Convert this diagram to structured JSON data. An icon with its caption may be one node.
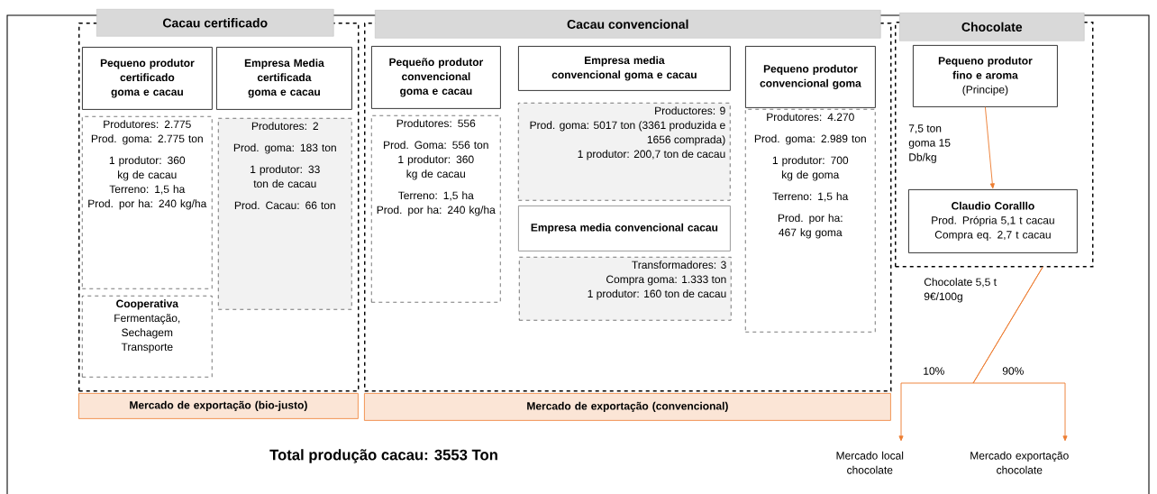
{
  "diagram": {
    "nodes": [
      {
        "text": [
          "Cacau certificado"
        ]
      },
      {
        "text": [
          "Pequeno produtor certificado goma e cacau"
        ],
        "in": 0
      },
      {
        "text": [
          "Produtores: 2.775",
          "Prod. goma: 2.775 ton",
          "1 produtor: 360 kg de cacau",
          "Terreno: 1,5 ha",
          "Prod. por ha: 240 kg/ha"
        ],
        "in": 0
      },
      {
        "text": [
          "Cooperativa",
          "Fermentação,",
          "Sechagem",
          "Transporte"
        ],
        "in": 0
      },
      {
        "text": [
          "Empresa Media certificada goma e cacau"
        ],
        "in": 0
      },
      {
        "text": [
          "Produtores: 2",
          "Prod. goma: 183 ton",
          "1 produtor: 33 ton de cacau",
          "Prod. Cacau: 66 ton"
        ],
        "in": 0
      },
      {
        "text": [
          "Mercado de exportação (bio-justo)"
        ]
      },
      {
        "text": [
          "Cacau convencional"
        ]
      },
      {
        "text": [
          "Pequeño produtor convencional goma e cacau"
        ],
        "in": 7
      },
      {
        "text": [
          "Produtores: 556",
          "Prod. Goma: 556 ton",
          "1 produtor: 360 kg de cacau",
          "Terreno: 1,5 ha",
          "Prod. por ha: 240 kg/ha"
        ],
        "in": 7
      },
      {
        "text": [
          "Empresa media convencional goma e cacau"
        ],
        "in": 7
      },
      {
        "text": [
          "Productores: 9",
          "Prod. goma: 5017 ton (3361 produzida e 1656 comprada)",
          "1 produtor: 200,7 ton de cacau"
        ],
        "in": 7
      },
      {
        "text": [
          "Empresa media convencional cacau"
        ],
        "in": 7
      },
      {
        "text": [
          "Transformadores: 3",
          "Compra goma: 1.333 ton",
          "1 produtor: 160 ton de cacau"
        ],
        "in": 7
      },
      {
        "text": [
          "Pequeno produtor convencional goma"
        ],
        "in": 7
      },
      {
        "text": [
          "Produtores: 4.270",
          "Prod. goma: 2.989 ton",
          "1 produtor: 700 kg de goma",
          "Terreno: 1,5 ha",
          "Prod. por ha: 467 kg goma"
        ],
        "in": 7
      },
      {
        "text": [
          "Mercado de exportação (convencional)"
        ]
      },
      {
        "text": [
          "Chocolate"
        ]
      },
      {
        "text": [
          "Pequeno produtor fino e aroma",
          "(Principe)"
        ],
        "in": 17
      },
      {
        "text": [
          "Claudio Coralllo",
          "Prod. Própria 5,1 t cacau",
          "Compra eq. 2,7 t cacau"
        ],
        "in": 17
      },
      {
        "text": [
          "Mercado local chocolate"
        ]
      },
      {
        "text": [
          "Mercado exportação chocolate"
        ]
      }
    ],
    "edges": [
      {
        "from": 18,
        "to": 19,
        "arrow": "to",
        "label": "7,5 ton goma 15 Db/kg",
        "color": "#ed7d31"
      },
      {
        "from": 17,
        "to": 20,
        "arrow": "to",
        "label": "10%",
        "color": "#ed7d31"
      },
      {
        "from": 17,
        "to": 21,
        "arrow": "to",
        "label": "90%",
        "color": "#ed7d31"
      }
    ],
    "labels": [
      "Chocolate 5,5 t 9€/100g",
      "Total produção cacau: 3553 Ton"
    ]
  }
}
